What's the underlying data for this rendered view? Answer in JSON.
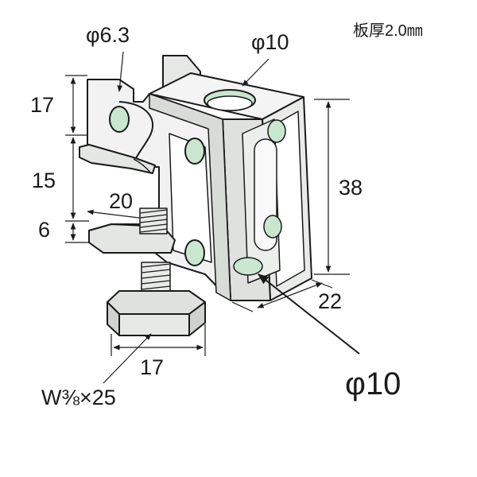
{
  "note": {
    "thickness": "板厚2.0㎜"
  },
  "labels": {
    "hole_small": "φ6.3",
    "hole_top": "φ10",
    "hole_bottom": "φ10",
    "dim_17_top": "17",
    "dim_15": "15",
    "dim_6": "6",
    "dim_20": "20",
    "dim_38": "38",
    "dim_22": "22",
    "dim_17_bottom": "17",
    "bolt": "W⅜×25"
  },
  "colors": {
    "metal": "#f1f2f1",
    "metal_shade": "#d9dbd9",
    "metal_dark": "#b9bcb9",
    "hole_fill": "#c9e6cf",
    "line": "#1a1a1a"
  }
}
